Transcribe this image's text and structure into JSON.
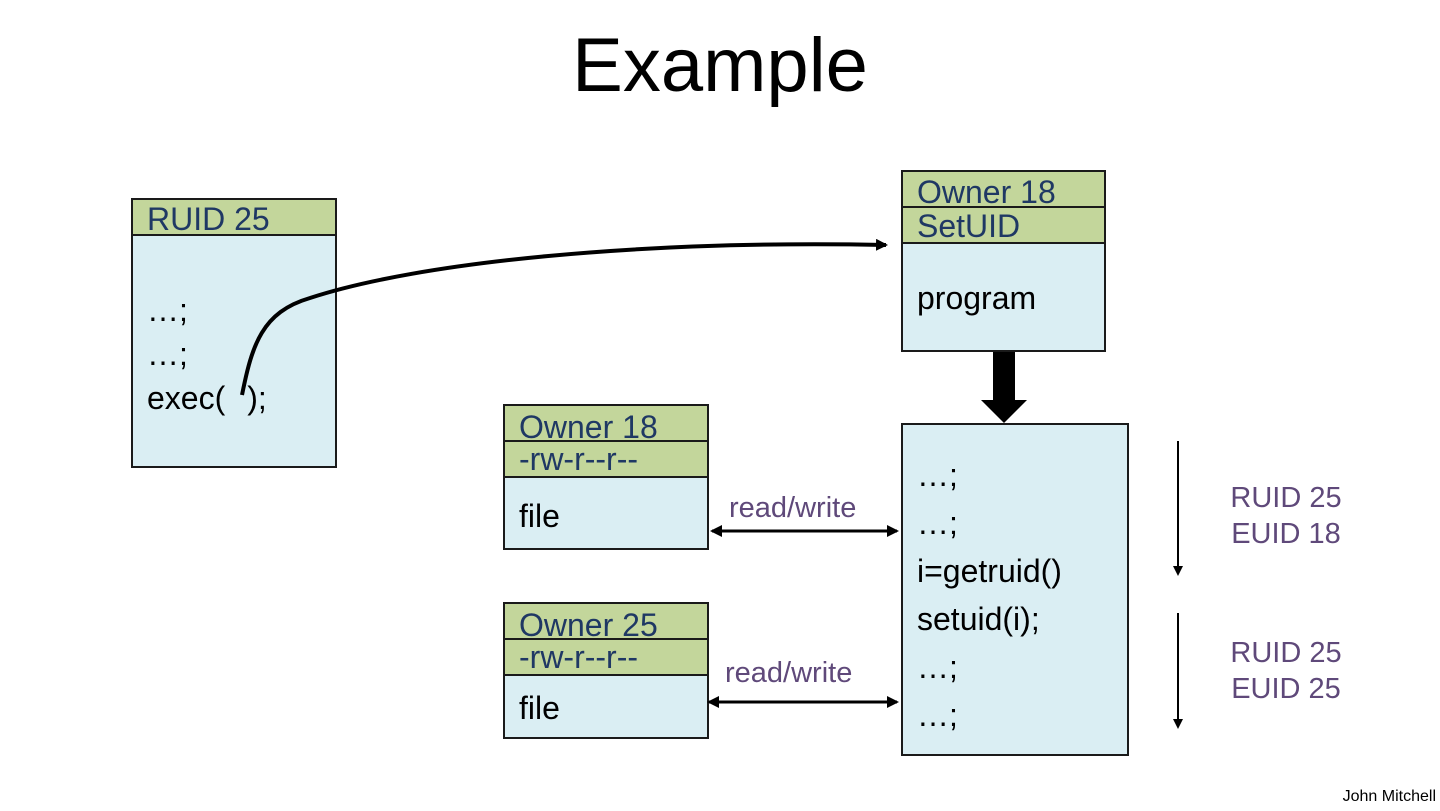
{
  "title": "Example",
  "caller": {
    "header": "RUID 25",
    "lines": [
      "…;",
      "…;",
      "exec(",
      ");"
    ]
  },
  "program": {
    "owner": "Owner 18",
    "flag": "SetUID",
    "label": "program"
  },
  "file1": {
    "owner": "Owner 18",
    "perms": "-rw-r--r--",
    "label": "file",
    "arrow_label": "read/write"
  },
  "file2": {
    "owner": "Owner 25",
    "perms": "-rw-r--r--",
    "label": "file",
    "arrow_label": "read/write"
  },
  "process": {
    "lines": [
      "…;",
      "…;",
      "i=getruid()",
      "setuid(i);",
      "…;",
      "…;"
    ]
  },
  "ids_before": {
    "ruid": "RUID 25",
    "euid": "EUID 18"
  },
  "ids_after": {
    "ruid": "RUID 25",
    "euid": "EUID 25"
  },
  "credit": "John Mitchell"
}
